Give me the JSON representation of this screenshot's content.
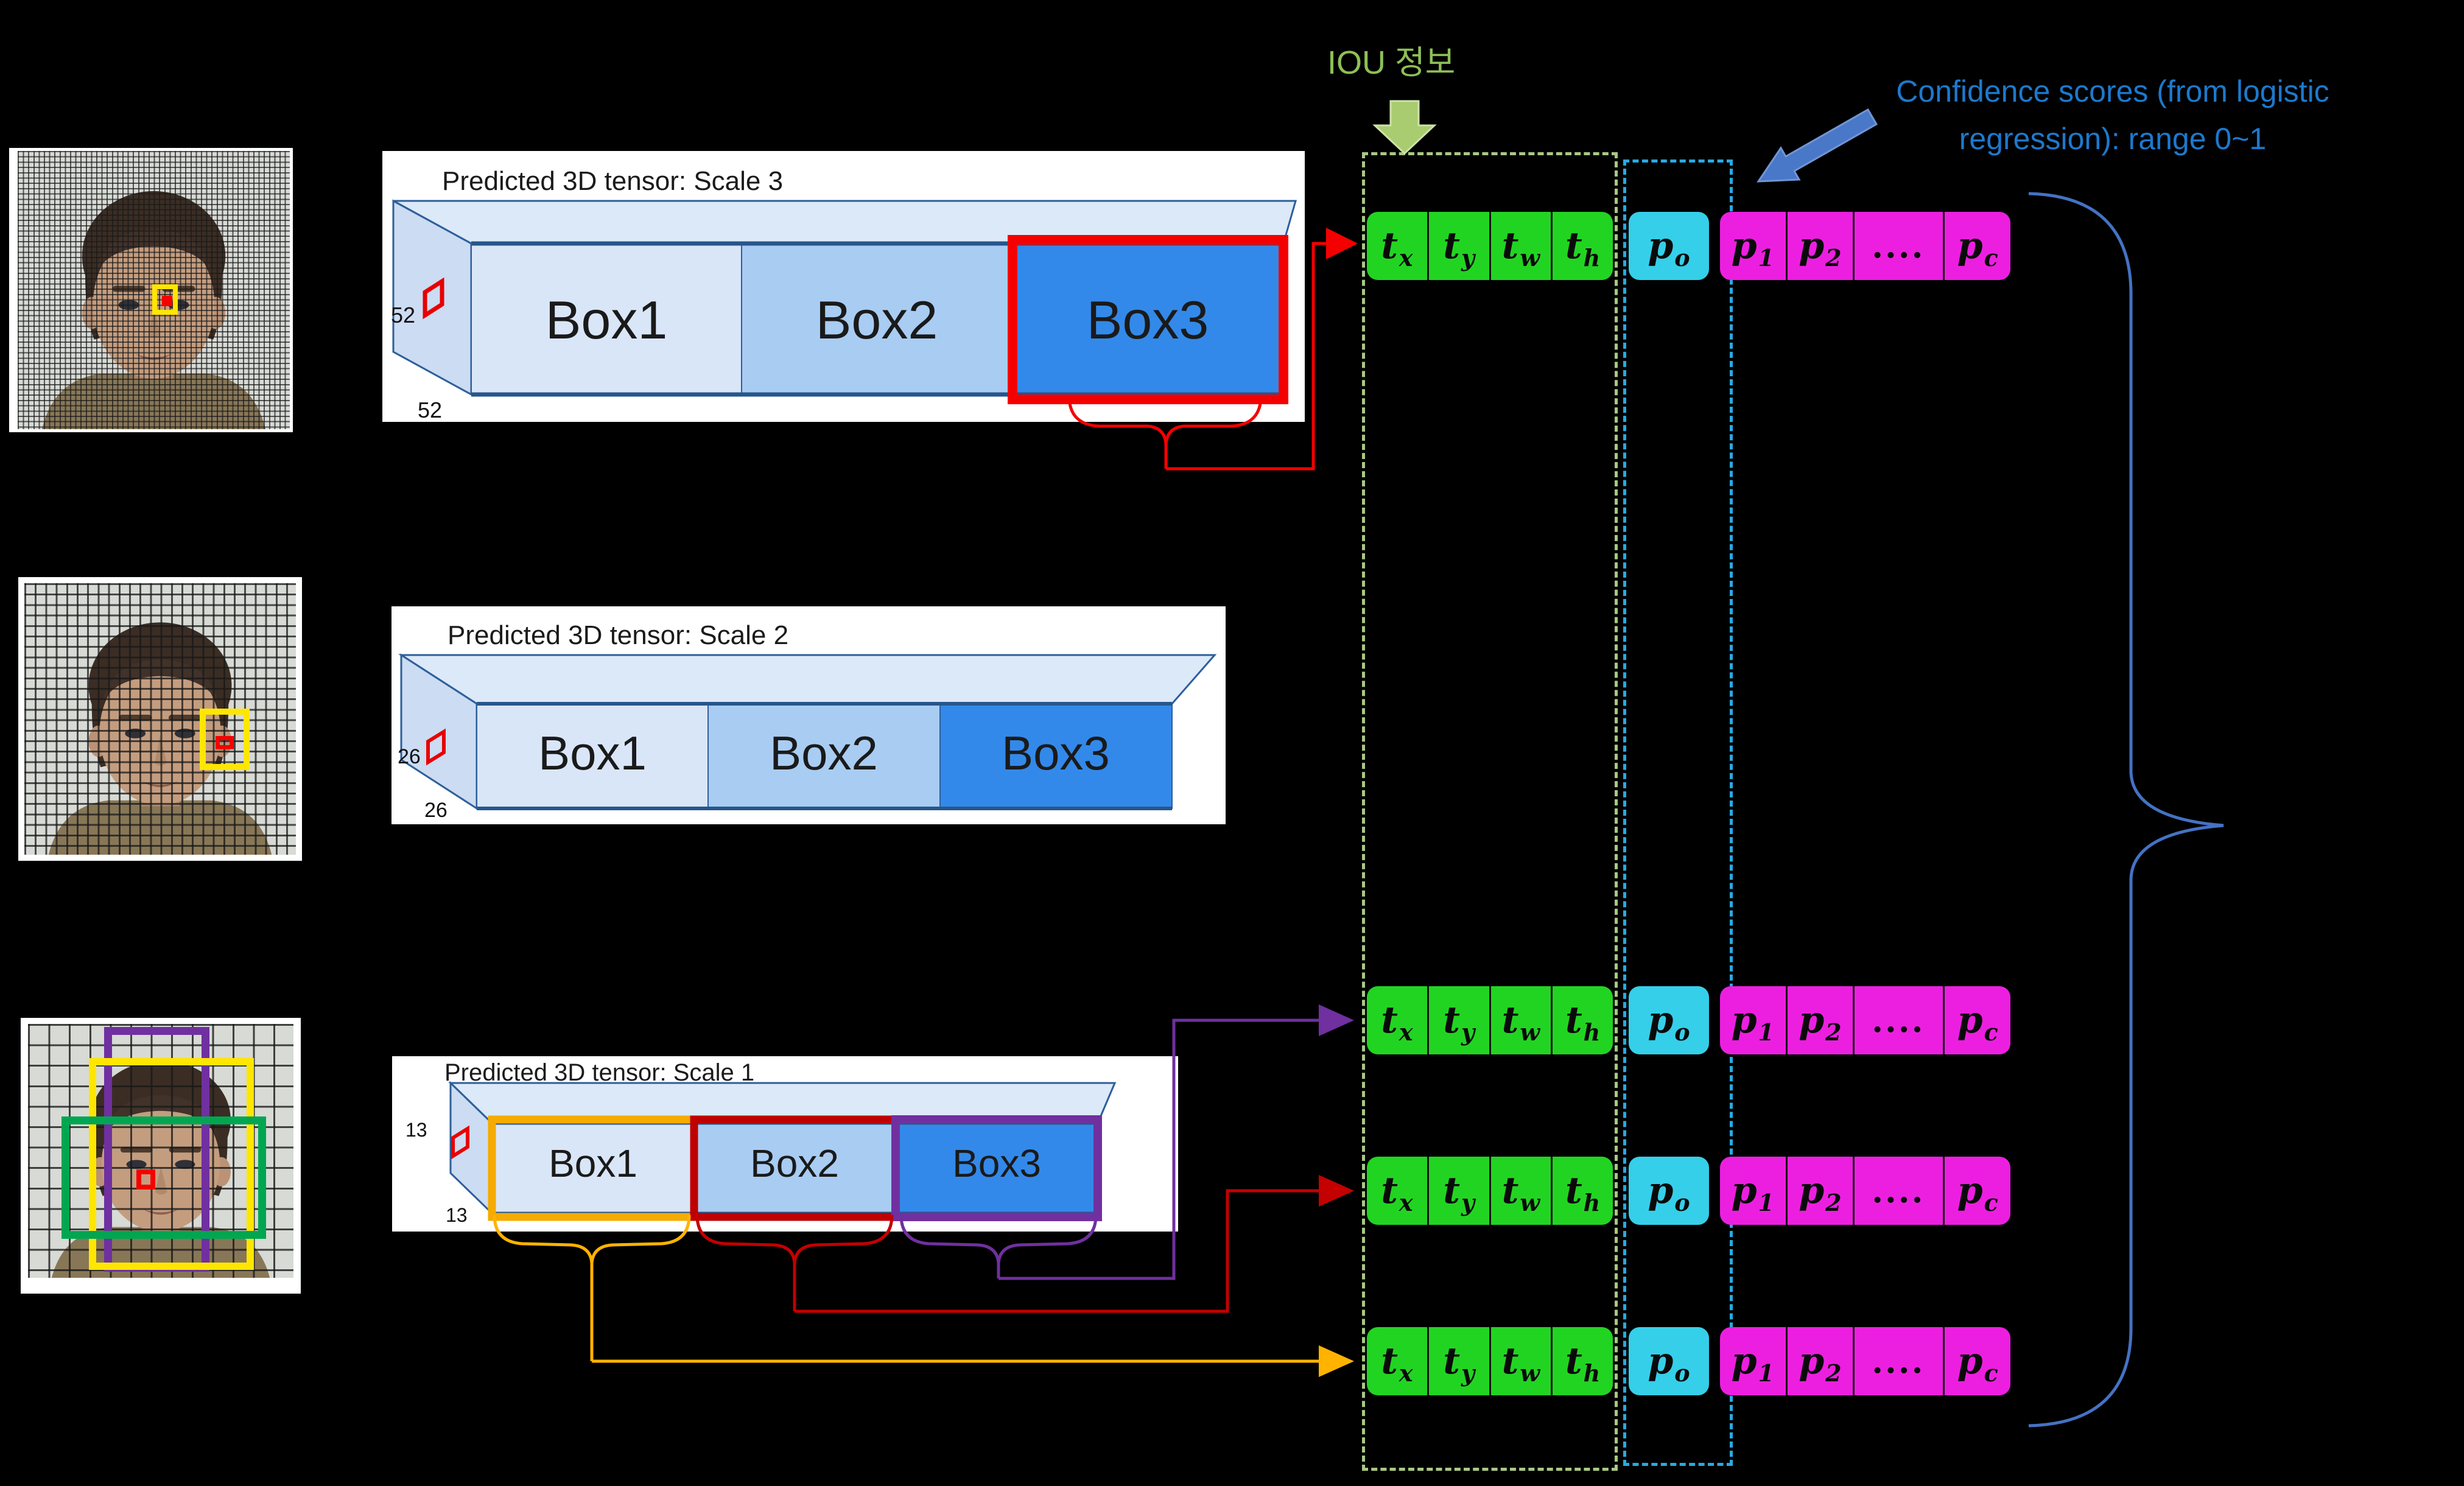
{
  "panels": [
    {
      "title": "Predicted 3D tensor: Scale 3",
      "grid_size": "52",
      "box_labels": [
        "Box1",
        "Box2",
        "Box3"
      ]
    },
    {
      "title": "Predicted 3D tensor: Scale 2",
      "grid_size": "26",
      "box_labels": [
        "Box1",
        "Box2",
        "Box3"
      ]
    },
    {
      "title": "Predicted 3D tensor: Scale 1",
      "grid_size": "13",
      "box_labels": [
        "Box1",
        "Box2",
        "Box3"
      ]
    }
  ],
  "vector_row": {
    "cells": [
      {
        "base": "t",
        "sub": "x"
      },
      {
        "base": "t",
        "sub": "y"
      },
      {
        "base": "t",
        "sub": "w"
      },
      {
        "base": "t",
        "sub": "h"
      },
      {
        "base": "p",
        "sub": "o"
      },
      {
        "base": "p",
        "sub": "1"
      },
      {
        "base": "p",
        "sub": "2"
      },
      {
        "base": "....",
        "sub": ""
      },
      {
        "base": "p",
        "sub": "c"
      }
    ]
  },
  "labels": {
    "iou": "IOU 정보",
    "confidence_line1": "Confidence scores (from logistic",
    "confidence_line2": "regression): range 0~1"
  },
  "colors": {
    "box_coords_cells": "#22d422",
    "objectness_cell": "#35cfe9",
    "class_prob_cells": "#ec1fe0",
    "iou_text": "#8ebf56",
    "confidence_text": "#1d79cc",
    "iou_dashed_box": "#a9c885",
    "confidence_dashed_box": "#2aa9e2",
    "scale3_box3_highlight": "#f50000",
    "scale1_box1_highlight": "#ffb300",
    "scale1_box2_highlight": "#c40000",
    "scale1_box3_highlight": "#7030a0",
    "brace": "#4472c4",
    "tensor_box1_fill": "#d9e6f8",
    "tensor_box2_fill": "#a9ccf2",
    "tensor_box3_fill": "#3389e9"
  }
}
